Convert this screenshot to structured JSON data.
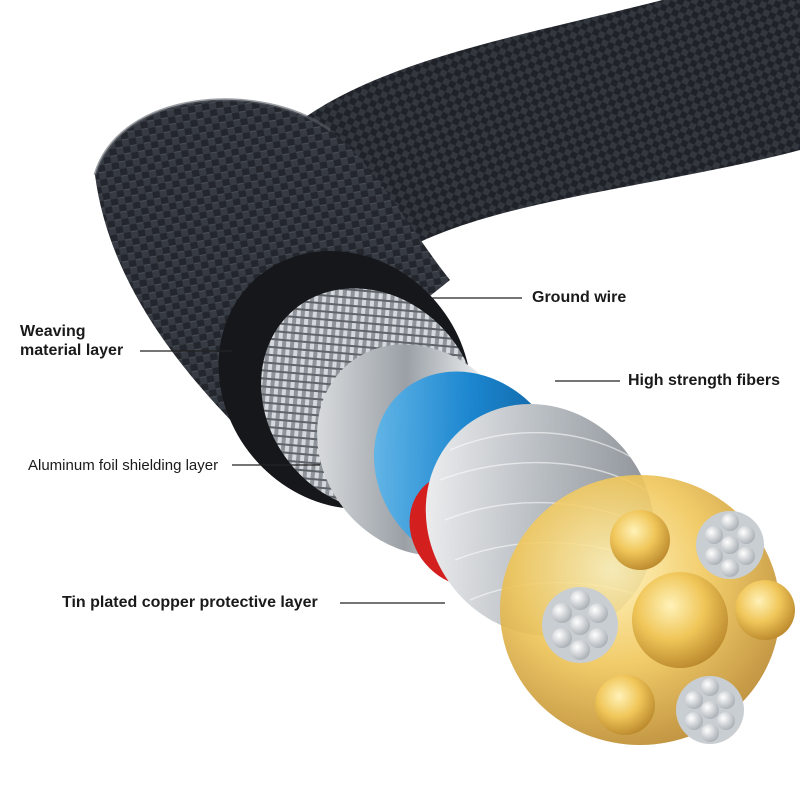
{
  "labels": {
    "ground_wire": "Ground wire",
    "weaving_line1": "Weaving",
    "weaving_line2": "material layer",
    "high_strength": "High strength fibers",
    "aluminum_foil": "Aluminum foil shielding layer",
    "tin_plated": "Tin plated copper protective layer"
  },
  "colors": {
    "jacket": "#1d2026",
    "braid": "#b9bdc2",
    "foil": "#d9dde0",
    "fibers_blue": "#1e8fd6",
    "red_core": "#d92020",
    "gold_core": "#e6b84a",
    "silver_strand": "#e8ebee"
  }
}
